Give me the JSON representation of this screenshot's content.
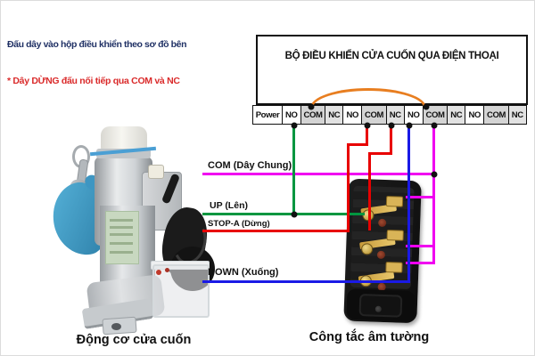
{
  "instructions": {
    "line1": "Đấu dây vào hộp điều khiển theo sơ đồ bên",
    "line2": "* Dây DỪNG đấu nối tiếp qua COM và NC"
  },
  "controller_box": {
    "title": "BỘ ĐIỀU KHIỂN CỬA CUỐN QUA ĐIỆN THOẠI",
    "terminals": [
      "Power",
      "NO",
      "COM",
      "NC",
      "NO",
      "COM",
      "NC",
      "NO",
      "COM",
      "NC",
      "NO",
      "COM",
      "NC"
    ]
  },
  "wire_labels": {
    "com": "COM (Dây Chung)",
    "up": "UP (Lên)",
    "stop": "STOP-A (Dừng)",
    "down": "DOWN (Xuống)"
  },
  "captions": {
    "motor": "Động cơ cửa cuốn",
    "switch": "Công tắc âm tường"
  },
  "colors": {
    "instruction_line1": "#203165",
    "instruction_line2": "#DA2A2A",
    "wire_com": "#F000F0",
    "wire_up": "#009640",
    "wire_stop": "#E80000",
    "wire_down": "#1A1AE6",
    "jumper_arc": "#E87E20",
    "terminal_shaded_bg": "#D4D4D4"
  }
}
